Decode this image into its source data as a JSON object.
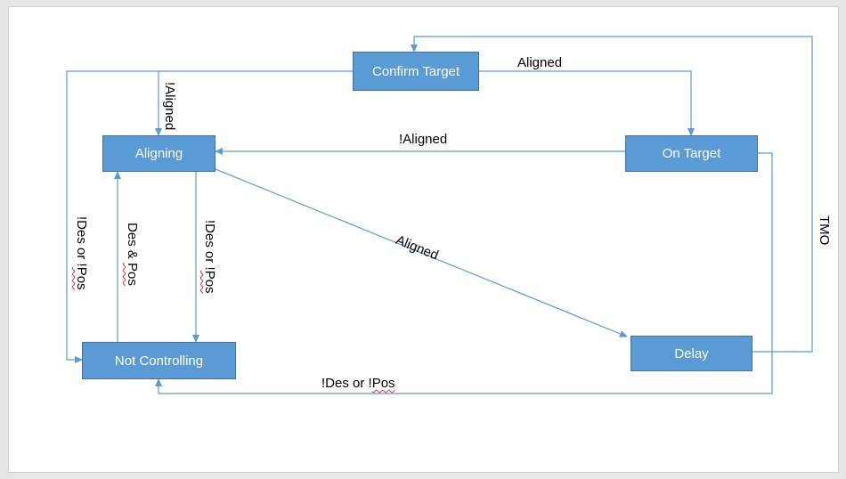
{
  "states": {
    "confirm_target": "Confirm Target",
    "aligning": "Aligning",
    "on_target": "On Target",
    "not_controlling": "Not Controlling",
    "delay": "Delay"
  },
  "transitions": {
    "confirm_to_ontarget": "Aligned",
    "confirm_to_aligning": "!Aligned",
    "ontarget_to_aligning": "!Aligned",
    "aligning_to_delay": "Aligned",
    "confirm_to_notcontrolling": {
      "pre": "!Des or !",
      "sq": "Pos"
    },
    "notcontrolling_to_aligning": {
      "pre": "Des & ",
      "sq": "Pos"
    },
    "aligning_to_notcontrolling": {
      "pre": "!Des or !",
      "sq": "Pos"
    },
    "ontarget_to_notcontrolling": {
      "pre": "!Des or !",
      "sq": "Pos"
    },
    "delay_to_confirm": "TMO"
  },
  "colors": {
    "state_fill": "#5b9bd5",
    "state_border": "#41719c",
    "arrow": "#5b9bd5",
    "spelling_underline": "#e03030"
  }
}
